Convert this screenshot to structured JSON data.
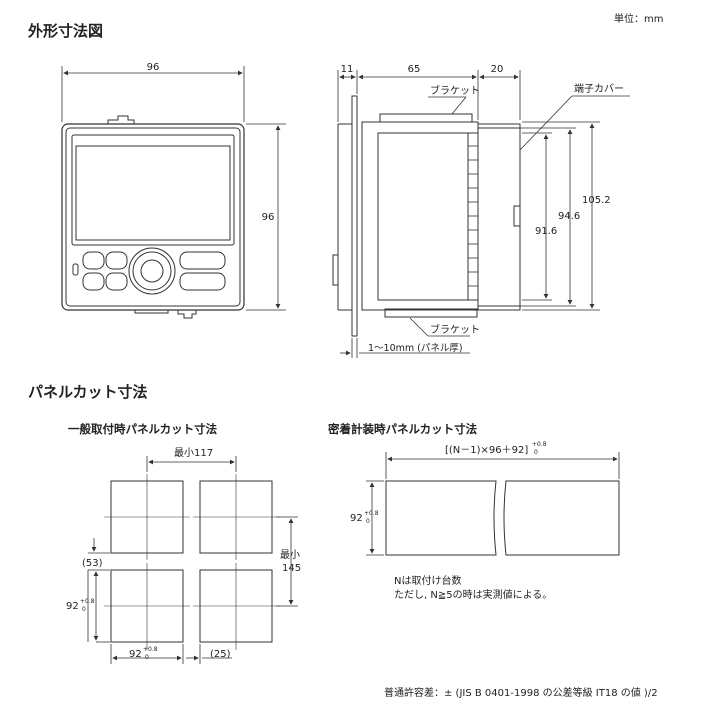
{
  "unit": "単位：mm",
  "sections": {
    "outline_title": "外形寸法図",
    "cutout_title": "パネルカット寸法",
    "general_title": "一般取付時パネルカット寸法",
    "dense_title": "密着計装時パネルカット寸法"
  },
  "front_view": {
    "width": "96",
    "height": "96"
  },
  "side_view": {
    "dim_11": "11",
    "dim_65": "65",
    "dim_20": "20",
    "bracket_top": "ブラケット",
    "terminal_cover": "端子カバー",
    "bracket_bottom": "ブラケット",
    "dim_105": "105.2",
    "dim_94": "94.6",
    "dim_91": "91.6",
    "panel_thickness": "1～10mm (パネル厚)"
  },
  "general_cutout": {
    "min_117": "最小117",
    "min_145_a": "最小",
    "min_145_b": "145",
    "p53": "(53)",
    "p25": "(25)",
    "dim_92": "92",
    "tol_plus": "+0.8",
    "tol_zero": "0"
  },
  "dense_cutout": {
    "formula": "[(N－1)×96＋92]",
    "tol_plus": "+0.8",
    "tol_zero": "0",
    "dim_92": "92",
    "note1": "Nは取付け台数",
    "note2": "ただし, N≧5の時は実測値による。"
  },
  "footer": "普通許容差：± (JIS B 0401-1998 の公差等級 IT18 の値 )/2"
}
